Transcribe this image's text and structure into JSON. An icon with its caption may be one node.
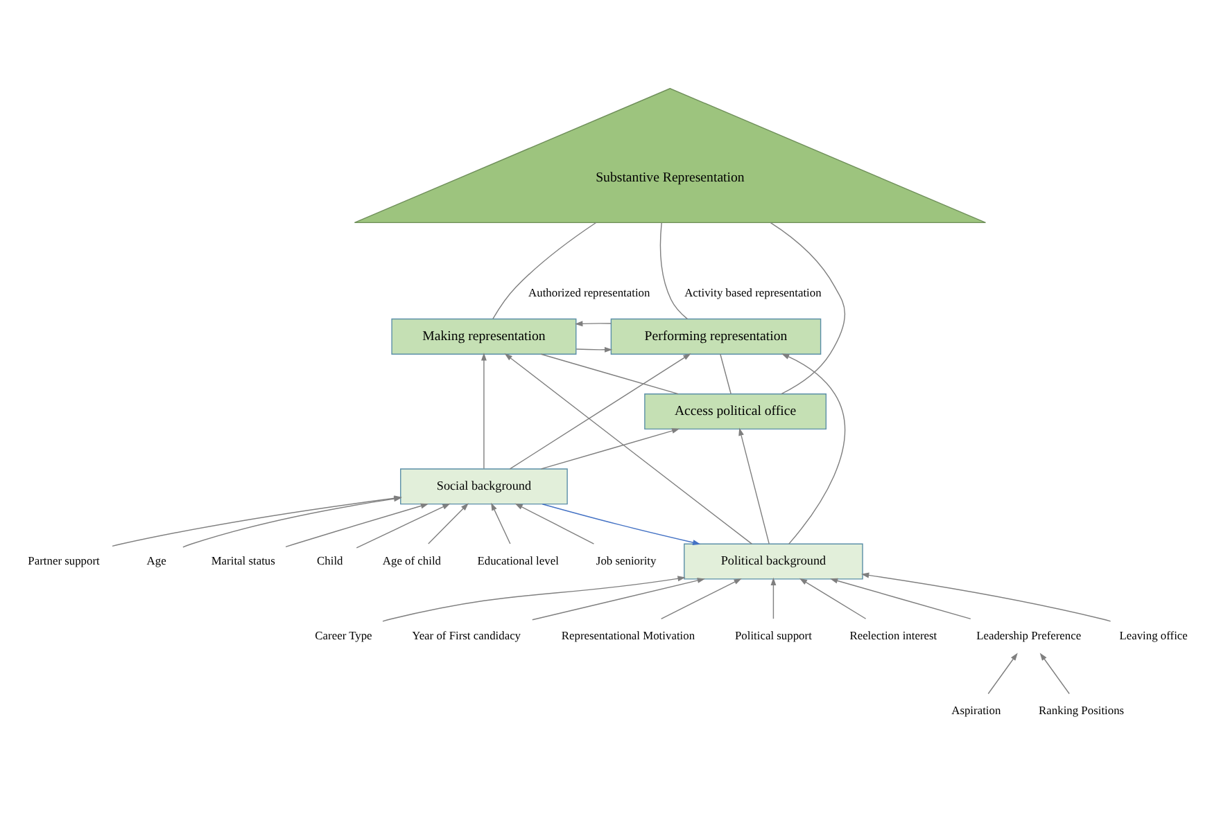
{
  "diagram": {
    "nodes": [
      {
        "text": [
          "Substantive Representation"
        ]
      },
      {
        "text": [
          "Making representation"
        ]
      },
      {
        "text": [
          "Performing representation"
        ]
      },
      {
        "text": [
          "Access political office"
        ]
      },
      {
        "text": [
          "Social background"
        ]
      },
      {
        "text": [
          "Political background"
        ]
      },
      {
        "text": [
          "Age"
        ]
      },
      {
        "text": [
          "Marital status"
        ]
      },
      {
        "text": [
          "Child"
        ]
      },
      {
        "text": [
          "Age of child"
        ]
      },
      {
        "text": [
          "Educational level"
        ]
      },
      {
        "text": [
          "Job seniority"
        ]
      },
      {
        "text": [
          "Partner support"
        ]
      },
      {
        "text": [
          "Career Type"
        ]
      },
      {
        "text": [
          "Year of First candidacy"
        ]
      },
      {
        "text": [
          "Representational Motivation"
        ]
      },
      {
        "text": [
          "Political support"
        ]
      },
      {
        "text": [
          "Reelection interest"
        ]
      },
      {
        "text": [
          "Leadership Preference"
        ]
      },
      {
        "text": [
          "Leaving office"
        ]
      },
      {
        "text": [
          "Aspiration"
        ]
      },
      {
        "text": [
          "Ranking Positions"
        ]
      }
    ],
    "edges": [
      {
        "from": 0,
        "to": 1,
        "arrow": "none",
        "label": "Authorized representation"
      },
      {
        "from": 0,
        "to": 2,
        "arrow": "none",
        "label": "Activity based representation"
      },
      {
        "from": 0,
        "to": 3,
        "arrow": "none"
      },
      {
        "from": 1,
        "to": 2,
        "arrow": "to"
      },
      {
        "from": 2,
        "to": 1,
        "arrow": "to"
      },
      {
        "from": 1,
        "to": 3,
        "arrow": "none"
      },
      {
        "from": 2,
        "to": 3,
        "arrow": "none"
      },
      {
        "from": 4,
        "to": 1,
        "arrow": "to"
      },
      {
        "from": 4,
        "to": 3,
        "arrow": "to"
      },
      {
        "from": 4,
        "to": 2,
        "arrow": "to"
      },
      {
        "from": 5,
        "to": 3,
        "arrow": "to"
      },
      {
        "from": 5,
        "to": 1,
        "arrow": "to"
      },
      {
        "from": 5,
        "to": 2,
        "arrow": "to"
      },
      {
        "from": 4,
        "to": 5,
        "arrow": "to",
        "color": "#4472c4"
      },
      {
        "from": 6,
        "to": 4,
        "arrow": "to"
      },
      {
        "from": 7,
        "to": 4,
        "arrow": "to"
      },
      {
        "from": 8,
        "to": 4,
        "arrow": "to"
      },
      {
        "from": 9,
        "to": 4,
        "arrow": "to"
      },
      {
        "from": 10,
        "to": 4,
        "arrow": "to"
      },
      {
        "from": 11,
        "to": 4,
        "arrow": "to"
      },
      {
        "from": 12,
        "to": 4,
        "arrow": "to"
      },
      {
        "from": 13,
        "to": 5,
        "arrow": "to"
      },
      {
        "from": 14,
        "to": 5,
        "arrow": "to"
      },
      {
        "from": 15,
        "to": 5,
        "arrow": "to"
      },
      {
        "from": 16,
        "to": 5,
        "arrow": "to"
      },
      {
        "from": 17,
        "to": 5,
        "arrow": "to"
      },
      {
        "from": 18,
        "to": 5,
        "arrow": "to"
      },
      {
        "from": 19,
        "to": 5,
        "arrow": "to"
      },
      {
        "from": 20,
        "to": 18,
        "arrow": "to"
      },
      {
        "from": 21,
        "to": 18,
        "arrow": "to"
      }
    ]
  }
}
